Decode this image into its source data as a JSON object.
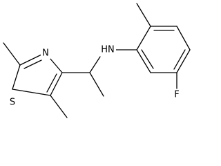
{
  "molecule": {
    "atom_labels": {
      "sulfur": "S",
      "thiazole_nitrogen": "N",
      "amine": "HN",
      "fluorine": "F"
    },
    "colors": {
      "bond": "#000000",
      "label": "#000000",
      "background": "#ffffff"
    }
  }
}
